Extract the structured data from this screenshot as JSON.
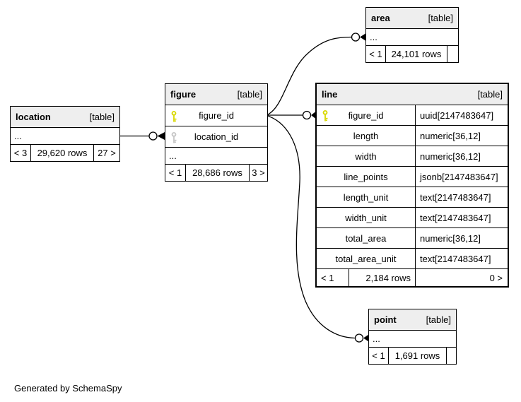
{
  "note": "Generated by SchemaSpy",
  "colors": {
    "primary_key": "#d8d800",
    "foreign_key": "#c6c6c6",
    "header_bg": "#eeeeee",
    "border": "#000000"
  },
  "tables": {
    "location": {
      "name": "location",
      "tag": "[table]",
      "more": "...",
      "pager": {
        "prev": "< 3",
        "rows": "29,620 rows",
        "next": "27 >"
      }
    },
    "figure": {
      "name": "figure",
      "tag": "[table]",
      "more": "...",
      "cols": [
        {
          "name": "figure_id",
          "key": "primary-key"
        },
        {
          "name": "location_id",
          "key": "foreign-key"
        }
      ],
      "pager": {
        "prev": "< 1",
        "rows": "28,686 rows",
        "next": "3 >"
      }
    },
    "area": {
      "name": "area",
      "tag": "[table]",
      "more": "...",
      "pager": {
        "prev": "< 1",
        "rows": "24,101 rows",
        "next": ""
      }
    },
    "line": {
      "name": "line",
      "tag": "[table]",
      "cols": [
        {
          "name": "figure_id",
          "type": "uuid[2147483647]",
          "key": "primary-key"
        },
        {
          "name": "length",
          "type": "numeric[36,12]"
        },
        {
          "name": "width",
          "type": "numeric[36,12]"
        },
        {
          "name": "line_points",
          "type": "jsonb[2147483647]"
        },
        {
          "name": "length_unit",
          "type": "text[2147483647]"
        },
        {
          "name": "width_unit",
          "type": "text[2147483647]"
        },
        {
          "name": "total_area",
          "type": "numeric[36,12]"
        },
        {
          "name": "total_area_unit",
          "type": "text[2147483647]"
        }
      ],
      "pager": {
        "prev": "< 1",
        "rows": "2,184 rows",
        "next": "0 >"
      }
    },
    "point": {
      "name": "point",
      "tag": "[table]",
      "more": "...",
      "pager": {
        "prev": "< 1",
        "rows": "1,691 rows",
        "next": ""
      }
    }
  },
  "relationships": [
    {
      "from": "location",
      "to": "figure.location_id"
    },
    {
      "from": "figure.figure_id",
      "to": "area"
    },
    {
      "from": "figure.figure_id",
      "to": "line.figure_id"
    },
    {
      "from": "figure.figure_id",
      "to": "point"
    }
  ]
}
